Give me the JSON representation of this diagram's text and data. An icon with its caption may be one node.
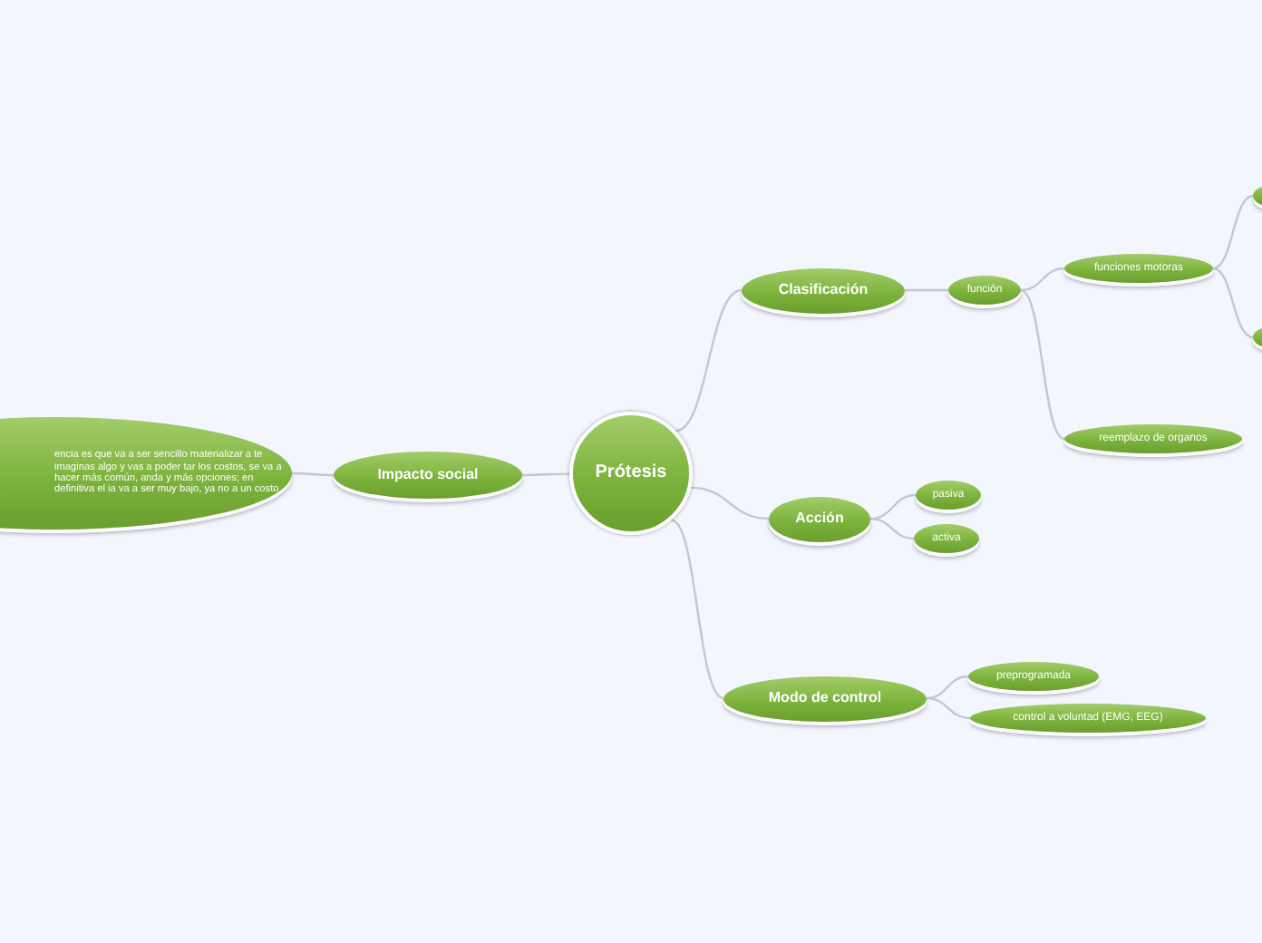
{
  "diagram": {
    "nodes": [
      {
        "text": [
          "Prótesis"
        ]
      },
      {
        "text": [
          "Impacto social"
        ]
      },
      {
        "text": [
          "encia es que va a ser sencillo materializar a te imaginas algo y vas a poder tar los costos, se va a hacer más común, anda y más opciones; en definitiva el ia va a ser muy bajo, ya no a un costo"
        ]
      },
      {
        "text": [
          "Clasificación"
        ]
      },
      {
        "text": [
          "función"
        ]
      },
      {
        "text": [
          "funciones motoras"
        ]
      },
      {
        "text": [],
        "shape": "ellipse"
      },
      {
        "text": [],
        "shape": "ellipse"
      },
      {
        "text": [
          "reemplazo de organos"
        ]
      },
      {
        "text": [
          "Acción"
        ]
      },
      {
        "text": [
          "pasiva"
        ]
      },
      {
        "text": [
          "activa"
        ]
      },
      {
        "text": [
          "Modo de control"
        ]
      },
      {
        "text": [
          "preprogramada"
        ]
      },
      {
        "text": [
          "control a voluntad (EMG, EEG)"
        ]
      }
    ],
    "edges": [
      {
        "from": 0,
        "to": 1,
        "arrow": "none"
      },
      {
        "from": 1,
        "to": 2,
        "arrow": "none"
      },
      {
        "from": 0,
        "to": 3,
        "arrow": "none"
      },
      {
        "from": 3,
        "to": 4,
        "arrow": "none"
      },
      {
        "from": 4,
        "to": 5,
        "arrow": "none"
      },
      {
        "from": 5,
        "to": 6,
        "arrow": "none"
      },
      {
        "from": 5,
        "to": 7,
        "arrow": "none"
      },
      {
        "from": 4,
        "to": 8,
        "arrow": "none"
      },
      {
        "from": 0,
        "to": 9,
        "arrow": "none"
      },
      {
        "from": 9,
        "to": 10,
        "arrow": "none"
      },
      {
        "from": 9,
        "to": 11,
        "arrow": "none"
      },
      {
        "from": 0,
        "to": 12,
        "arrow": "none"
      },
      {
        "from": 12,
        "to": 13,
        "arrow": "none"
      },
      {
        "from": 12,
        "to": 14,
        "arrow": "none"
      }
    ]
  }
}
